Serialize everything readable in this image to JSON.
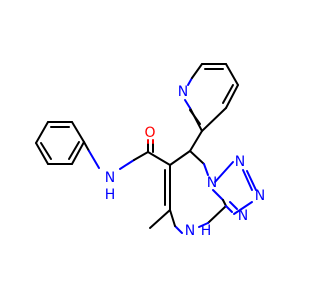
{
  "colors": {
    "background": "#ffffff",
    "carbon_bond": "#000000",
    "nitrogen": "#0000ff",
    "oxygen": "#ff0000"
  },
  "atoms": {
    "pyridine_n": "N",
    "carbonyl_o": "O",
    "amide_n": "N",
    "amide_h": "H",
    "tetrazole_n1": "N",
    "tetrazole_n2": "N",
    "tetrazole_n3": "N",
    "tetrazole_n4": "N",
    "ring_n": "N",
    "ring_h": "H"
  }
}
